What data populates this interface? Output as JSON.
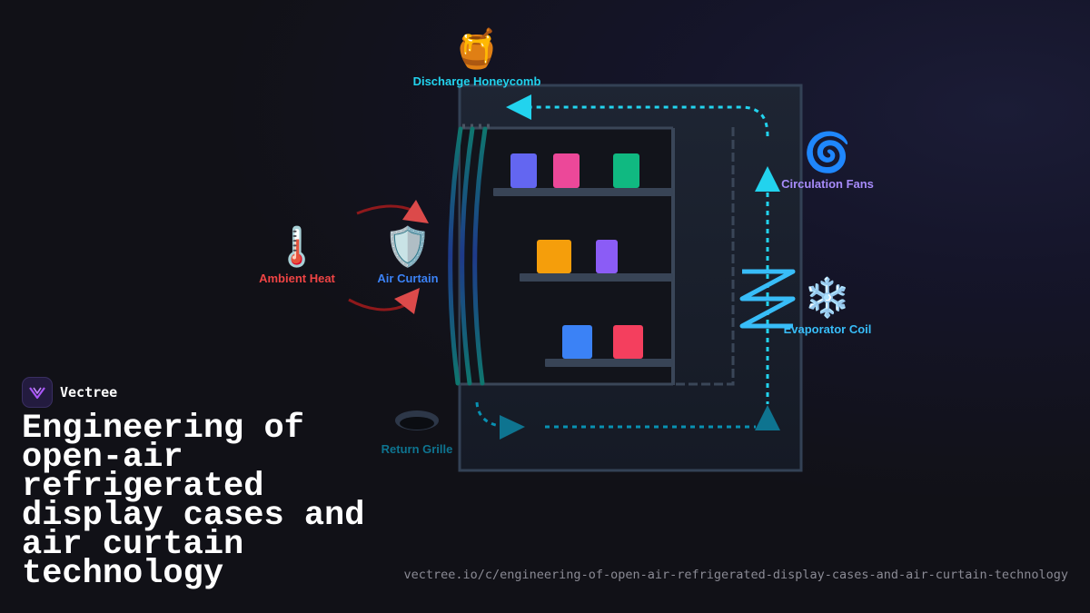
{
  "brand": {
    "name": "Vectree",
    "logo_icon": "vectree-logo-icon",
    "accent": "#a855f7"
  },
  "title": "Engineering of open-air refrigerated display cases and air curtain technology",
  "url": "vectree.io/c/engineering-of-open-air-refrigerated-display-cases-and-air-curtain-technology",
  "diagram": {
    "labels": {
      "discharge": "Discharge Honeycomb",
      "fans": "Circulation Fans",
      "coil": "Evaporator Coil",
      "ambient": "Ambient Heat",
      "curtain": "Air Curtain",
      "grille": "Return Grille"
    },
    "icons": {
      "discharge": "🍯",
      "fans": "🌀",
      "coil": "❄️",
      "ambient": "🌡️",
      "curtain": "🛡️"
    },
    "colors": {
      "cold_air": "#22d3ee",
      "heat": "#ef4444",
      "curtain_label": "#3b82f6",
      "fans_label": "#a78bfa",
      "coil_label": "#38bdf8",
      "return_label": "#0e7490",
      "cabinet": "#334155"
    },
    "products": [
      "#6366f1",
      "#ec4899",
      "#10b981",
      "#f59e0b",
      "#8b5cf6",
      "#3b82f6",
      "#f43f5e"
    ]
  }
}
